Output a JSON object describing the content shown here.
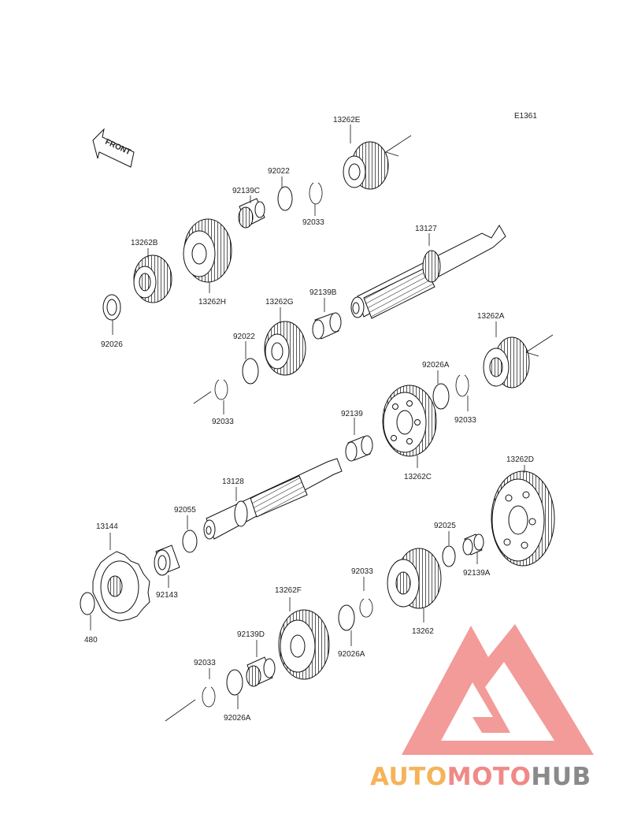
{
  "diagram_code": "E1361",
  "front_label": "FRONT",
  "labels": {
    "p13262E": "13262E",
    "p92022_top": "92022",
    "p92139C": "92139C",
    "p92033_top": "92033",
    "p13127": "13127",
    "p13262B": "13262B",
    "p13262H": "13262H",
    "p92026": "92026",
    "p13262G": "13262G",
    "p92139B": "92139B",
    "p92022_mid": "92022",
    "p92033_mid": "92033",
    "p13262A": "13262A",
    "p92026A_top": "92026A",
    "p92033_right": "92033",
    "p92139": "92139",
    "p13262C": "13262C",
    "p13128": "13128",
    "p92055": "92055",
    "p13144": "13144",
    "p92143": "92143",
    "p480": "480",
    "p13262D": "13262D",
    "p92025": "92025",
    "p92139A": "92139A",
    "p92033_low": "92033",
    "p13262": "13262",
    "p92026A_mid": "92026A",
    "p13262F": "13262F",
    "p92139D": "92139D",
    "p92033_bottom": "92033",
    "p92026A_bottom": "92026A"
  },
  "watermark": {
    "word_part1": "AUTO",
    "word_part2": "MOTO",
    "word_part3": "HUB",
    "color_part1": "#f5b35a",
    "color_part2": "#f08a87",
    "color_part3": "#8a8a8a",
    "logo_color": "#f08a87"
  }
}
